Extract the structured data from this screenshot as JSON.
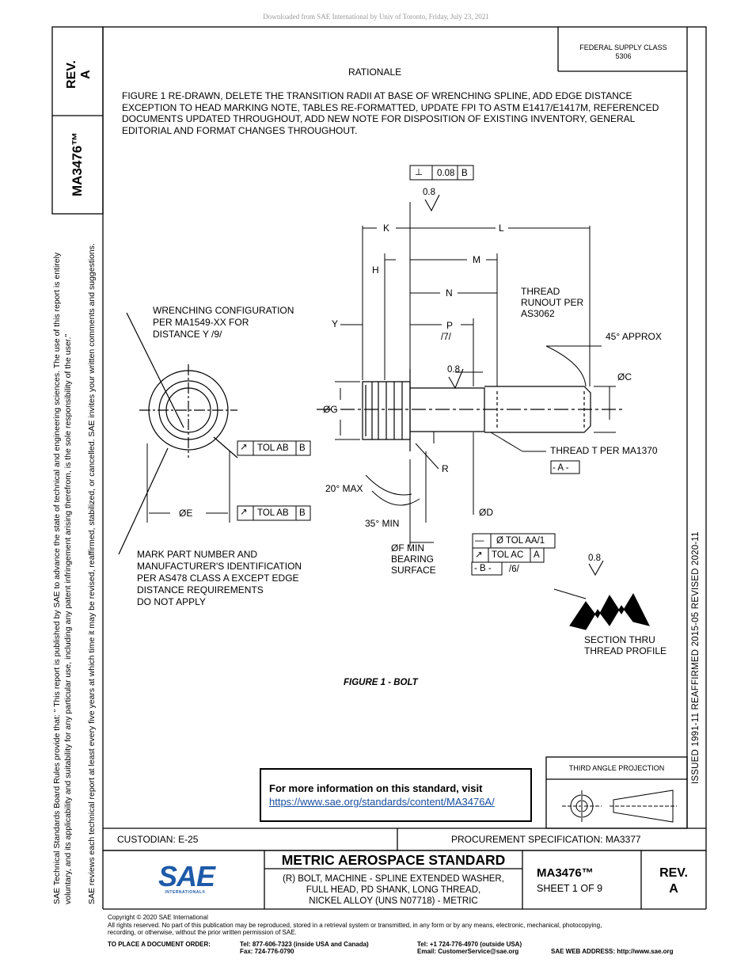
{
  "download_note": "Downloaded from SAE International by Univ of Toronto, Friday, July 23, 2021",
  "side": {
    "rev_label": "REV.",
    "rev_value": "A",
    "doc_number": "MA3476™",
    "note1": "SAE Technical Standards Board Rules provide that: \" This report is published by SAE to advance the state of technical and engineering sciences. The use of this report is entirely",
    "note2": "voluntary, and its applicability and suitability for any particular use, including any patent infringement arising therefrom, is the sole responsibility of the user.\"",
    "note3": "SAE reviews each technical report at least every five years at which time it may be revised, reaffirmed, stabilized, or cancelled. SAE invites your written comments and suggestions."
  },
  "header": {
    "federal_supply_class_label": "FEDERAL SUPPLY CLASS",
    "federal_supply_class_value": "5306",
    "rationale_title": "RATIONALE",
    "rationale_body": "FIGURE 1 RE-DRAWN, DELETE THE TRANSITION RADII AT BASE OF WRENCHING SPLINE, ADD EDGE DISTANCE EXCEPTION TO HEAD MARKING NOTE, TABLES RE-FORMATTED, UPDATE FPI TO ASTM E1417/E1417M, REFERENCED DOCUMENTS UPDATED THROUGHOUT, ADD NEW NOTE FOR DISPOSITION OF EXISTING INVENTORY, GENERAL EDITORIAL AND FORMAT CHANGES THROUGHOUT."
  },
  "issue_dates": "ISSUED 1991-11    REAFFIRMED 2015-05    REVISED 2020-11",
  "figure": {
    "caption": "FIGURE 1 - BOLT",
    "labels": {
      "tol_perp": "0.08",
      "tol_perp_datum": "B",
      "finish_top": "0.8",
      "K": "K",
      "L": "L",
      "M": "M",
      "H": "H",
      "N": "N",
      "P": "P",
      "P_note": "/7/",
      "Y": "Y",
      "thread_runout": "THREAD\nRUNOUT PER\nAS3062",
      "approx_angle": "45° APPROX",
      "finish_mid": "0.8",
      "dia_C": "ØC",
      "dia_G": "ØG",
      "wrenching": "WRENCHING CONFIGURATION\nPER MA1549-XX FOR\nDISTANCE Y /9/",
      "tol_ab_1": "TOL AB",
      "tol_ab_1_datum": "B",
      "tol_ab_2": "TOL AB",
      "tol_ab_2_datum": "B",
      "dia_E": "ØE",
      "R": "R",
      "max_angle": "20° MAX",
      "min_angle": "35° MIN",
      "dia_D": "ØD",
      "thread_T": "THREAD T PER MA1370",
      "datum_A": "- A -",
      "tol_aa": "Ø TOL AA/1",
      "tol_ac": "TOL AC",
      "tol_ac_datum": "A",
      "datum_B": "- B -",
      "datum_B_note": "/6/",
      "bearing": "ØF MIN\nBEARING\nSURFACE",
      "marking": "MARK PART NUMBER AND\nMANUFACTURER'S IDENTIFICATION\nPER AS478 CLASS A EXCEPT EDGE\nDISTANCE REQUIREMENTS\nDO NOT APPLY",
      "finish_thread": "0.8",
      "section": "SECTION THRU\nTHREAD PROFILE"
    }
  },
  "info_box": {
    "title": "For more information on this standard, visit",
    "link": "https://www.sae.org/standards/content/MA3476A/"
  },
  "projection": "THIRD ANGLE PROJECTION",
  "title_block": {
    "custodian": "CUSTODIAN: E-25",
    "procurement": "PROCUREMENT SPECIFICATION: MA3377",
    "logo_text": "SAE",
    "logo_sub": "INTERNATIONAL®",
    "standard": "METRIC AEROSPACE STANDARD",
    "description": "(R) BOLT, MACHINE - SPLINE EXTENDED WASHER,\nFULL HEAD, PD SHANK, LONG THREAD,\nNICKEL ALLOY (UNS N07718) - METRIC",
    "doc_number": "MA3476™",
    "sheet": "SHEET 1 OF 9",
    "rev_label": "REV.",
    "rev_value": "A"
  },
  "footer": {
    "copyright": "Copyright © 2020 SAE International",
    "rights": "All rights reserved. No part of this publication may be reproduced, stored in a retrieval system or transmitted, in any form or by any means, electronic, mechanical, photocopying,",
    "rights2": "recording, or otherwise, without the prior written permission of SAE.",
    "order_label": "TO PLACE A DOCUMENT ORDER:",
    "tel_usa": "Tel: 877-606-7323 (inside USA and Canada)",
    "fax": "Fax: 724-776-0790",
    "tel_outside": "Tel: +1 724-776-4970 (outside USA)",
    "email": "Email: CustomerService@sae.org",
    "web": "SAE WEB ADDRESS: http://www.sae.org"
  }
}
